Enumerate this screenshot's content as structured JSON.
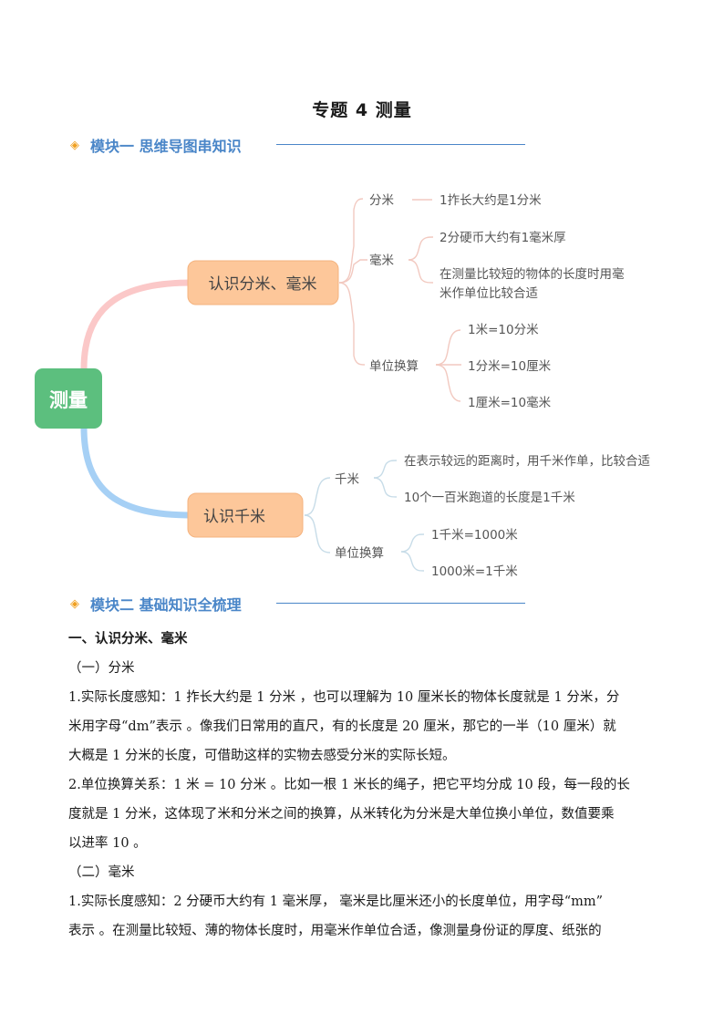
{
  "title": "专题 4  测量",
  "module1": {
    "label": "模块一  思维导图串知识"
  },
  "module2": {
    "label": "模块二  基础知识全梳理"
  },
  "mindmap": {
    "root": "测量",
    "branch1": {
      "label": "认识分米、毫米",
      "sub1": {
        "label": "分米",
        "items": [
          "1拃长大约是1分米"
        ]
      },
      "sub2": {
        "label": "毫米",
        "items": [
          "2分硬币大约有1毫米厚",
          "在测量比较短的物体的长度时用毫",
          "米作单位比较合适"
        ]
      },
      "sub3": {
        "label": "单位换算",
        "items": [
          "1米=10分米",
          "1分米=10厘米",
          "1厘米=10毫米"
        ]
      }
    },
    "branch2": {
      "label": "认识千米",
      "sub1": {
        "label": "千米",
        "items": [
          "在表示较远的距离时，用千米作单，比较合适",
          "10个一百米跑道的长度是1千米"
        ]
      },
      "sub2": {
        "label": "单位换算",
        "items": [
          "1千米=1000米",
          "1000米=1千米"
        ]
      }
    }
  },
  "section1": {
    "heading": "一、认识分米、毫米",
    "sub1": "（一）分米",
    "p1a": "1.实际长度感知：1 拃长大约是 1 分米 ，也可以理解为 10 厘米长的物体长度就是 1 分米，分",
    "p1b": "米用字母“dm”表示 。像我们日常用的直尺，有的长度是 20 厘米，那它的一半（10 厘米）就",
    "p1c": "大概是 1 分米的长度，可借助这样的实物去感受分米的实际长短。",
    "p2a": "2.单位换算关系：1 米 = 10 分米 。比如一根 1 米长的绳子，把它平均分成 10 段，每一段的长",
    "p2b": "度就是 1 分米，这体现了米和分米之间的换算，从米转化为分米是大单位换小单位，数值要乘",
    "p2c": "以进率 10 。",
    "sub2": "（二）毫米",
    "p3a": " 1.实际长度感知：2 分硬币大约有 1 毫米厚， 毫米是比厘米还小的长度单位，用字母“mm”",
    "p3b": "表示 。在测量比较短、薄的物体长度时，用毫米作单位合适，像测量身份证的厚度、纸张的"
  },
  "colors": {
    "accent": "#4a86c8",
    "diamond": "#f0a020",
    "root": "#5cbf7e",
    "branch": "#fdc79a"
  }
}
